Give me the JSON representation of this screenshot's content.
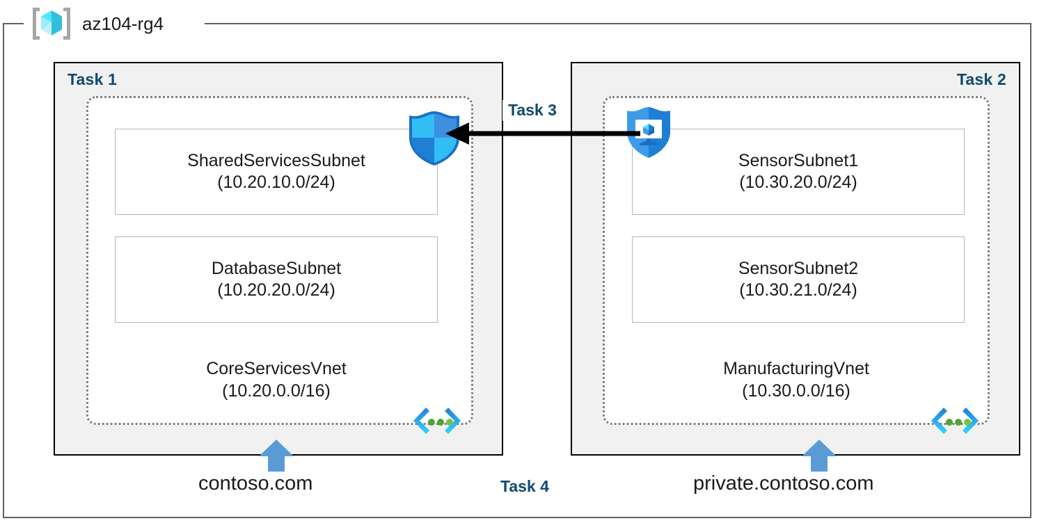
{
  "diagram": {
    "resource_group": {
      "name": "az104-rg4",
      "icon": "resource-group-cube-icon"
    },
    "colors": {
      "task_label": "#12496e",
      "task_box_fill": "#f1f1f1",
      "task_box_border": "#000000",
      "vnet_box_border": "#808080",
      "subnet_box_border": "#b6b6b6",
      "frame_border": "#616161",
      "dns_arrow": "#5b9bd5",
      "vnet_glyph_bracket": "#1e7fd4",
      "vnet_glyph_bracket_light": "#2fc3f0",
      "vnet_glyph_dot": "#52a435",
      "firewall_shield_light": "#32bdf5",
      "firewall_shield_dark": "#2f7ed8",
      "nsg_shield": "#2b87e0",
      "arrow_black": "#000000"
    },
    "tasks": {
      "task1": "Task 1",
      "task2": "Task 2",
      "task3": "Task 3",
      "task4": "Task 4"
    },
    "left": {
      "task_label": "Task 1",
      "vnet": {
        "name": "CoreServicesVnet",
        "cidr": "(10.20.0.0/16)",
        "icon": "virtual-network-icon"
      },
      "subnets": [
        {
          "name": "SharedServicesSubnet",
          "cidr": "(10.20.10.0/24)"
        },
        {
          "name": "DatabaseSubnet",
          "cidr": "(10.20.20.0/24)"
        }
      ],
      "dns": {
        "zone": "contoso.com",
        "icon": "dns-up-arrow-icon"
      },
      "firewall": {
        "icon": "firewall-shield-icon"
      }
    },
    "right": {
      "task_label": "Task 2",
      "vnet": {
        "name": "ManufacturingVnet",
        "cidr": "(10.30.0.0/16)",
        "icon": "virtual-network-icon"
      },
      "subnets": [
        {
          "name": "SensorSubnet1",
          "cidr": "(10.30.20.0/24)"
        },
        {
          "name": "SensorSubnet2",
          "cidr": "(10.30.21.0/24)"
        }
      ],
      "dns": {
        "zone": "private.contoso.com",
        "icon": "dns-up-arrow-icon"
      },
      "nsg": {
        "icon": "network-security-group-icon"
      }
    },
    "connector": {
      "label": "Task 3",
      "direction": "right-to-left",
      "icon": "left-arrow-icon"
    }
  }
}
